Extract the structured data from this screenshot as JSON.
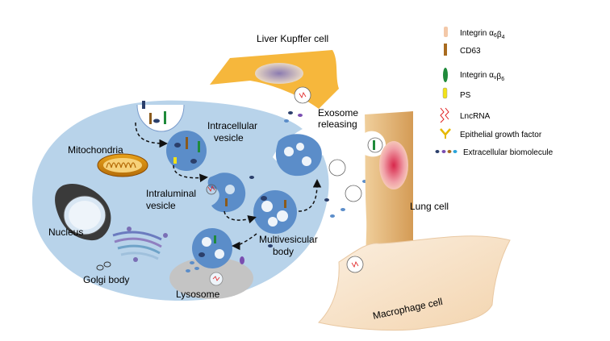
{
  "labels": {
    "liver": "Liver Kupffer cell",
    "exosome": "Exosome",
    "releasing": "releasing",
    "intracellular_1": "Intracellular",
    "intracellular_2": "vesicle",
    "mitochondria": "Mitochondria",
    "intraluminal_1": "Intraluminal",
    "intraluminal_2": "vesicle",
    "nucleus": "Nucleus",
    "multivesicular_1": "Multivesicular",
    "multivesicular_2": "body",
    "golgi": "Golgi body",
    "lysosome": "Lysosome",
    "lung": "Lung cell",
    "macrophage": "Macrophage  cell"
  },
  "legend": [
    {
      "icon": "integrin-a6b4-icon",
      "main": "Integrin α",
      "s1": "6",
      "mid": "β",
      "s2": "4"
    },
    {
      "icon": "cd63-icon",
      "main": "CD63",
      "s1": "",
      "mid": "",
      "s2": ""
    },
    {
      "icon": "integrin-avb6-icon",
      "main": "Integrin α",
      "s1": "v",
      "mid": "β",
      "s2": "6"
    },
    {
      "icon": "ps-icon",
      "main": "PS",
      "s1": "",
      "mid": "",
      "s2": ""
    },
    {
      "icon": "lncrna-icon",
      "main": "LncRNA",
      "s1": "",
      "mid": "",
      "s2": ""
    },
    {
      "icon": "egf-icon",
      "main": "Epithelial growth factor",
      "s1": "",
      "mid": "",
      "s2": ""
    },
    {
      "icon": "biomolecule-icon",
      "main": "Extracellular biomolecule",
      "s1": "",
      "mid": "",
      "s2": ""
    }
  ],
  "colors": {
    "cell": "#b8d3ea",
    "vesicle": "#5b8dc9",
    "kupffer": "#f6b73c",
    "lung": "#e3b46e",
    "macrophage": "#f8e6cf",
    "lysosome": "#c4c4c4"
  }
}
